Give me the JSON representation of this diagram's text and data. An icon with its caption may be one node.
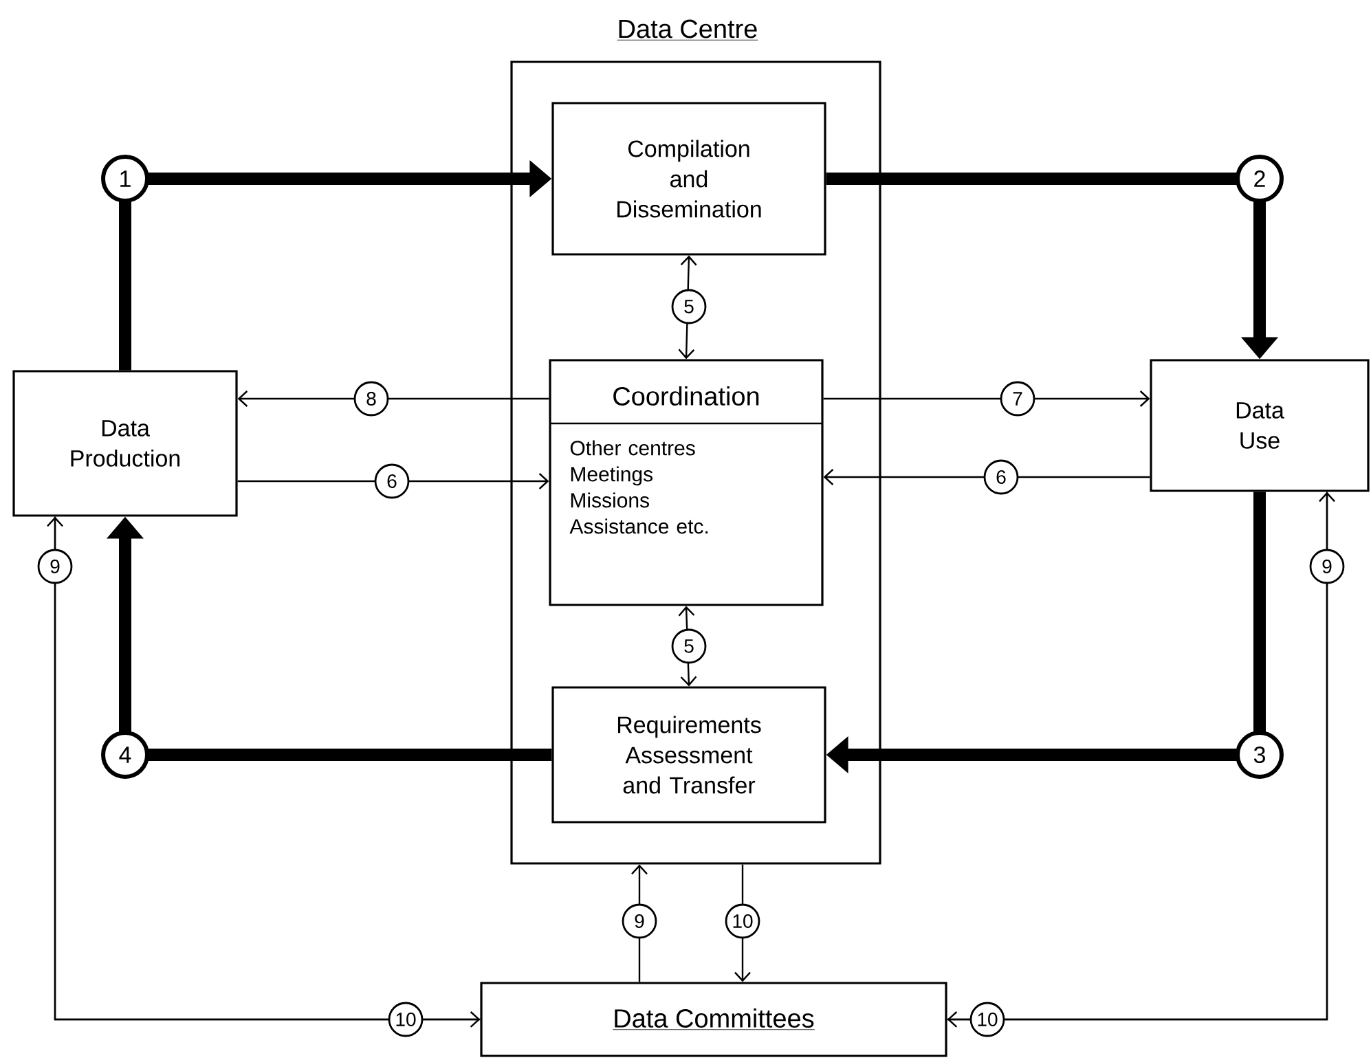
{
  "diagram": {
    "nodes": [
      {
        "text": [
          "Data Centre"
        ]
      },
      {
        "text": [
          "Compilation and Dissemination"
        ],
        "in": 0
      },
      {
        "text": [
          "Coordination",
          "Other centres Meetings Missions Assistance etc."
        ],
        "in": 0
      },
      {
        "text": [
          "Requirements Assessment and Transfer"
        ],
        "in": 0
      },
      {
        "text": [
          "Data Production"
        ]
      },
      {
        "text": [
          "Data Use"
        ]
      },
      {
        "text": [
          "Data Committees"
        ]
      }
    ],
    "edges": [
      {
        "from": 4,
        "to": 1,
        "arrow": "to",
        "label": "1",
        "style": "thick"
      },
      {
        "from": 1,
        "to": 5,
        "arrow": "to",
        "label": "2",
        "style": "thick"
      },
      {
        "from": 5,
        "to": 3,
        "arrow": "to",
        "label": "3",
        "style": "thick"
      },
      {
        "from": 3,
        "to": 4,
        "arrow": "to",
        "label": "4",
        "style": "thick"
      },
      {
        "from": 1,
        "to": 2,
        "arrow": "both",
        "label": "5"
      },
      {
        "from": 2,
        "to": 3,
        "arrow": "both",
        "label": "5"
      },
      {
        "from": 2,
        "to": 4,
        "arrow": "to",
        "label": "8"
      },
      {
        "from": 4,
        "to": 2,
        "arrow": "to",
        "label": "6"
      },
      {
        "from": 2,
        "to": 5,
        "arrow": "to",
        "label": "7"
      },
      {
        "from": 5,
        "to": 2,
        "arrow": "to",
        "label": "6"
      },
      {
        "from": 6,
        "to": 4,
        "arrow": "to",
        "label": "9"
      },
      {
        "from": 4,
        "to": 6,
        "arrow": "to",
        "label": "10"
      },
      {
        "from": 6,
        "to": 5,
        "arrow": "to",
        "label": "9"
      },
      {
        "from": 5,
        "to": 6,
        "arrow": "to",
        "label": "10"
      },
      {
        "from": 6,
        "to": 0,
        "arrow": "to",
        "label": "9"
      },
      {
        "from": 0,
        "to": 6,
        "arrow": "to",
        "label": "10"
      }
    ]
  }
}
